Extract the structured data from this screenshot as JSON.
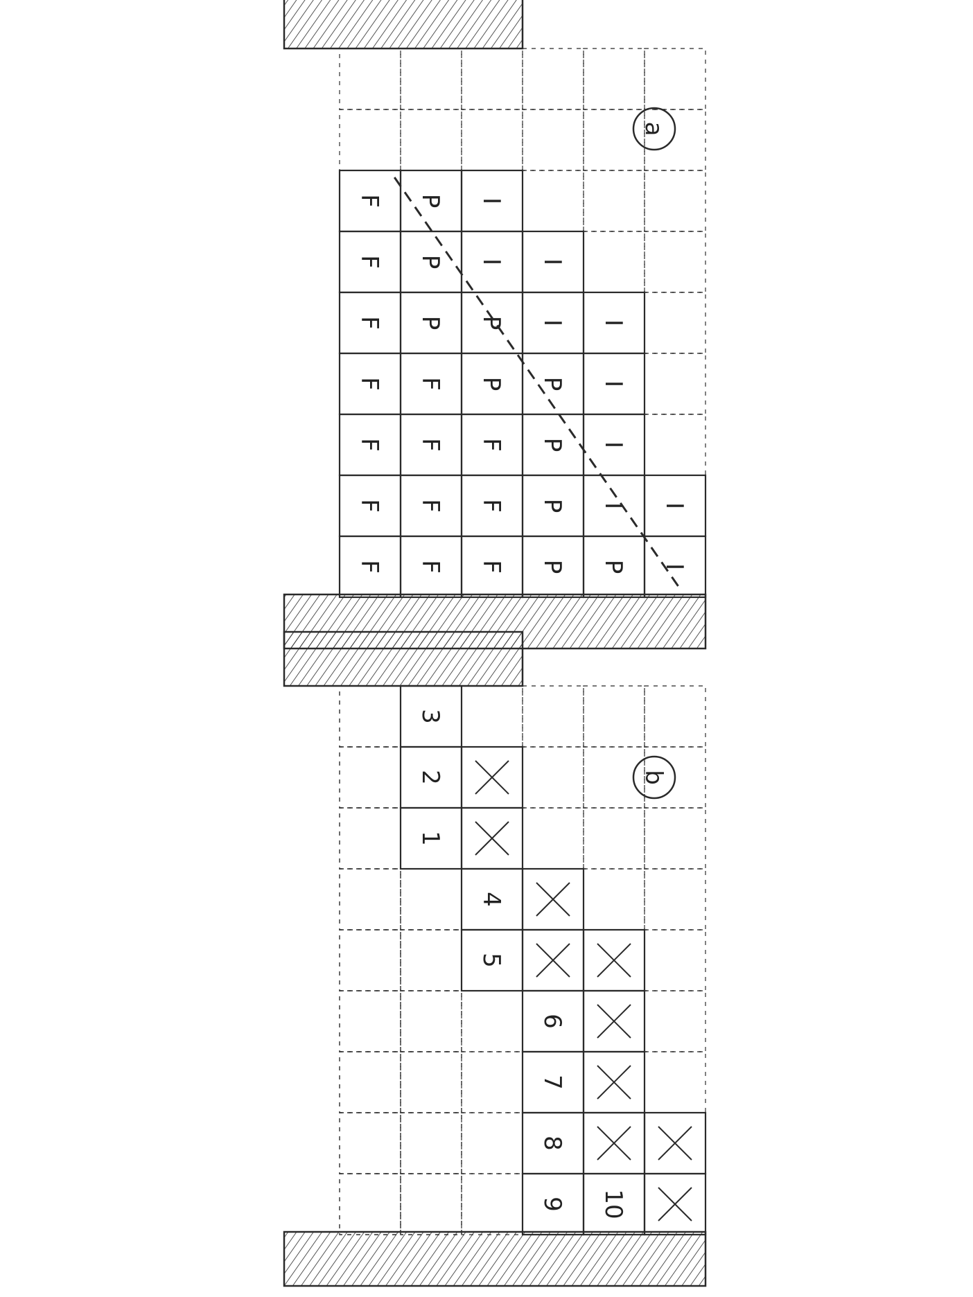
{
  "ink_color": "#2a2a2a",
  "panels": [
    {
      "id": "a",
      "label": "a",
      "columns": 9,
      "rows": [
        {
          "ground": true,
          "cells": [
            "",
            "",
            "",
            "",
            "",
            "",
            "",
            "",
            ""
          ]
        },
        {
          "ground": false,
          "cells": [
            "F",
            "F",
            "F",
            "F",
            "F",
            "F",
            "F",
            "",
            ""
          ]
        },
        {
          "ground": false,
          "cells": [
            "F",
            "F",
            "F",
            "F",
            "P",
            "P",
            "P",
            "",
            ""
          ]
        },
        {
          "ground": false,
          "cells": [
            "F",
            "F",
            "F",
            "P",
            "P",
            "I",
            "I",
            "",
            ""
          ]
        },
        {
          "ground": false,
          "cells": [
            "P",
            "P",
            "P",
            "P",
            "I",
            "I",
            "",
            "",
            ""
          ]
        },
        {
          "ground": false,
          "cells": [
            "P",
            "I",
            "I",
            "I",
            "I",
            "",
            "",
            "",
            ""
          ]
        },
        {
          "ground": false,
          "cells": [
            "I",
            "I",
            "",
            "",
            "",
            "",
            "",
            "",
            ""
          ]
        },
        {
          "ground": true,
          "cells": [
            "",
            "",
            "",
            "",
            "",
            "",
            "",
            "",
            ""
          ]
        }
      ]
    },
    {
      "id": "b",
      "label": "b",
      "columns": 9,
      "rows": [
        {
          "ground": true,
          "cells": [
            "",
            "",
            "",
            "",
            "",
            "",
            "",
            "",
            ""
          ]
        },
        {
          "ground": false,
          "cells": [
            "",
            "",
            "",
            "",
            "",
            "",
            "",
            "",
            ""
          ]
        },
        {
          "ground": false,
          "cells": [
            "",
            "",
            "",
            "",
            "",
            "",
            "1",
            "2",
            "3"
          ]
        },
        {
          "ground": false,
          "cells": [
            "",
            "",
            "",
            "",
            "5",
            "4",
            "X",
            "X",
            ""
          ]
        },
        {
          "ground": false,
          "cells": [
            "9",
            "8",
            "7",
            "6",
            "X",
            "X",
            "",
            "",
            ""
          ]
        },
        {
          "ground": false,
          "cells": [
            "10",
            "X",
            "X",
            "X",
            "X",
            "",
            "",
            "",
            ""
          ]
        },
        {
          "ground": false,
          "cells": [
            "X",
            "X",
            "",
            "",
            "",
            "",
            "",
            "",
            ""
          ]
        },
        {
          "ground": true,
          "cells": [
            "",
            "",
            "",
            "",
            "",
            "",
            "",
            "",
            ""
          ]
        }
      ]
    }
  ]
}
